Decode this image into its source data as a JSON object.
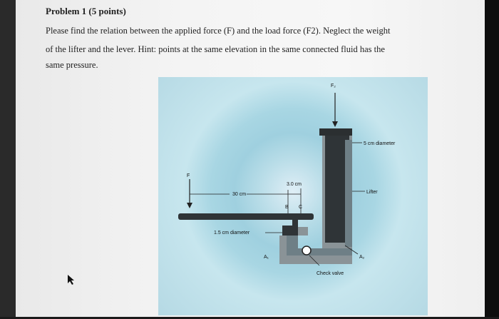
{
  "problem": {
    "title": "Problem 1 (5 points)",
    "line1": "Please find the relation between the applied force (F) and the load force (F2). Neglect the weight",
    "line2": "of the lifter and the lever.  Hint: points at the same elevation in the same connected fluid has the",
    "line3": "same pressure."
  },
  "figure": {
    "f2_label": "F₂",
    "f_label": "F",
    "diam5": "5 cm diameter",
    "lifter": "Lifter",
    "dim3": "3.0 cm",
    "dim30": "30 cm",
    "b": "B",
    "c": "C",
    "diam15": "1.5 cm diameter",
    "a1": "A₁",
    "a2": "A₂",
    "check_valve": "Check valve"
  },
  "colors": {
    "fluid": "#6e7f86",
    "piston": "#3a3f42",
    "pipe": "#5a6468"
  }
}
